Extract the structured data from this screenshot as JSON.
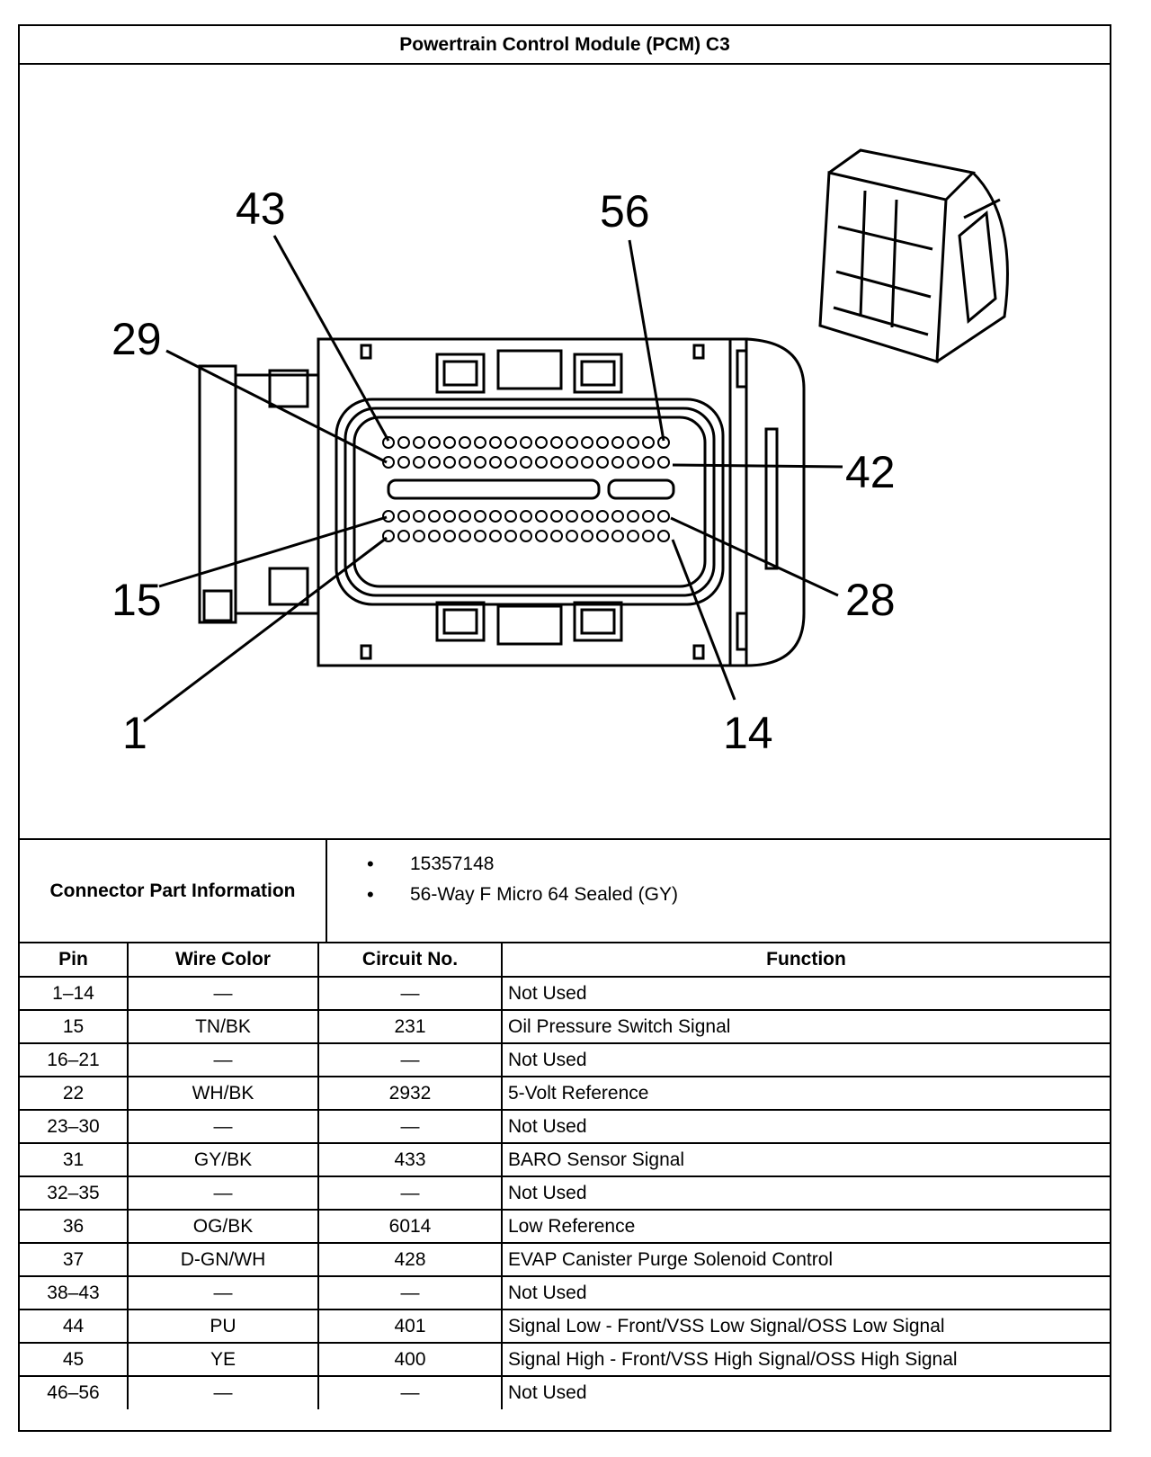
{
  "title": "Powertrain Control Module (PCM) C3",
  "callouts": [
    "43",
    "56",
    "29",
    "42",
    "15",
    "28",
    "1",
    "14"
  ],
  "connector_info": {
    "label": "Connector Part Information",
    "items": [
      "15357148",
      "56-Way F Micro 64 Sealed (GY)"
    ]
  },
  "table": {
    "headers": [
      "Pin",
      "Wire Color",
      "Circuit No.",
      "Function"
    ],
    "rows": [
      [
        "1–14",
        "—",
        "—",
        "Not Used"
      ],
      [
        "15",
        "TN/BK",
        "231",
        "Oil Pressure Switch Signal"
      ],
      [
        "16–21",
        "—",
        "—",
        "Not Used"
      ],
      [
        "22",
        "WH/BK",
        "2932",
        "5-Volt Reference"
      ],
      [
        "23–30",
        "—",
        "—",
        "Not Used"
      ],
      [
        "31",
        "GY/BK",
        "433",
        "BARO Sensor Signal"
      ],
      [
        "32–35",
        "—",
        "—",
        "Not Used"
      ],
      [
        "36",
        "OG/BK",
        "6014",
        "Low Reference"
      ],
      [
        "37",
        "D-GN/WH",
        "428",
        "EVAP Canister Purge Solenoid Control"
      ],
      [
        "38–43",
        "—",
        "—",
        "Not Used"
      ],
      [
        "44",
        "PU",
        "401",
        "Signal Low - Front/VSS Low Signal/OSS Low Signal"
      ],
      [
        "45",
        "YE",
        "400",
        "Signal High - Front/VSS High Signal/OSS High Signal"
      ],
      [
        "46–56",
        "—",
        "—",
        "Not Used"
      ]
    ]
  }
}
